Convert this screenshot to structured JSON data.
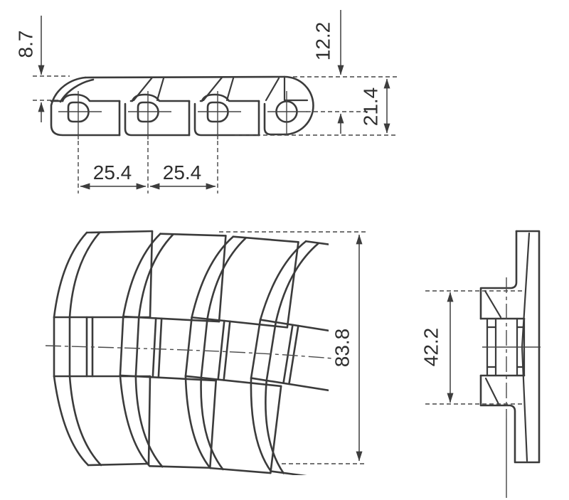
{
  "drawing": {
    "kind": "engineering-drawing",
    "views": {
      "side_view": {
        "dims": {
          "plate_thickness": "8.7",
          "top_to_pin_center": "12.2",
          "overall_height": "21.4",
          "pitch_left": "25.4",
          "pitch_right": "25.4"
        }
      },
      "plan_view": {
        "dims": {
          "overall_width": "83.8"
        }
      },
      "end_view": {
        "dims": {
          "hinge_height": "42.2"
        }
      }
    },
    "colors": {
      "line": "#3b3b3b",
      "thin_line": "#454545",
      "text": "#2e2e2e",
      "background": "#ffffff"
    }
  }
}
